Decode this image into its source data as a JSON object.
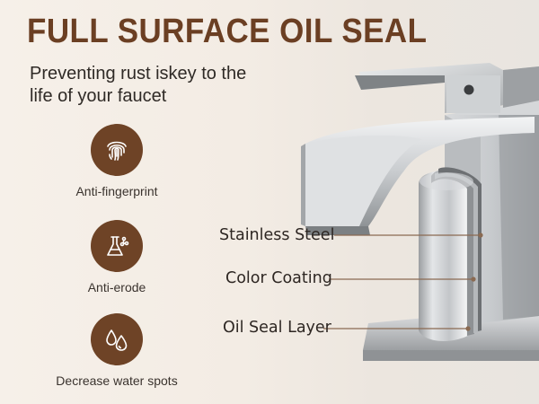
{
  "title": "FULL SURFACE OIL SEAL",
  "subtitle": "Preventing rust iskey to the life of your faucet",
  "features": [
    {
      "label": "Anti-fingerprint",
      "icon": "fingerprint-icon"
    },
    {
      "label": "Anti-erode",
      "icon": "flask-icon"
    },
    {
      "label": "Decrease water spots",
      "icon": "water-drops-icon"
    }
  ],
  "layers": [
    {
      "label": "Stainless Steel"
    },
    {
      "label": "Color Coating"
    },
    {
      "label": "Oil Seal Layer"
    }
  ],
  "colors": {
    "accent_brown": "#6e4326",
    "title_brown": "#6b3f23",
    "leader_line": "#8a6a52"
  }
}
